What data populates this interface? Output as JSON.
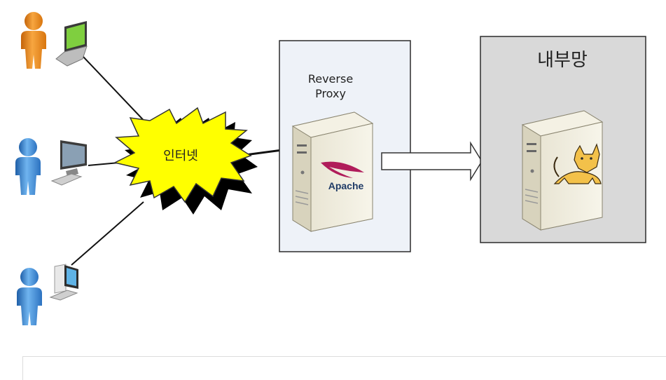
{
  "internet_label": "인터넷",
  "reverse_proxy": {
    "label_line1": "Reverse",
    "label_line2": "Proxy",
    "server_logo_text": "Apache"
  },
  "internal_network": {
    "label": "내부망"
  },
  "icons": {
    "user_top": "user-orange-icon",
    "user_middle": "user-blue-icon",
    "user_bottom": "user-blue-icon",
    "laptop": "laptop-icon",
    "monitor": "desktop-monitor-icon",
    "pc": "desktop-pc-icon",
    "proxy_server": "apache-server-icon",
    "internal_server": "tomcat-server-icon",
    "arrow": "right-arrow-icon"
  },
  "colors": {
    "internet_burst": "#ffff00",
    "proxy_box": "#eef2f8",
    "internal_box": "#d9d9d9",
    "user_orange": "#f08c1c",
    "user_blue": "#3e8ed8"
  }
}
